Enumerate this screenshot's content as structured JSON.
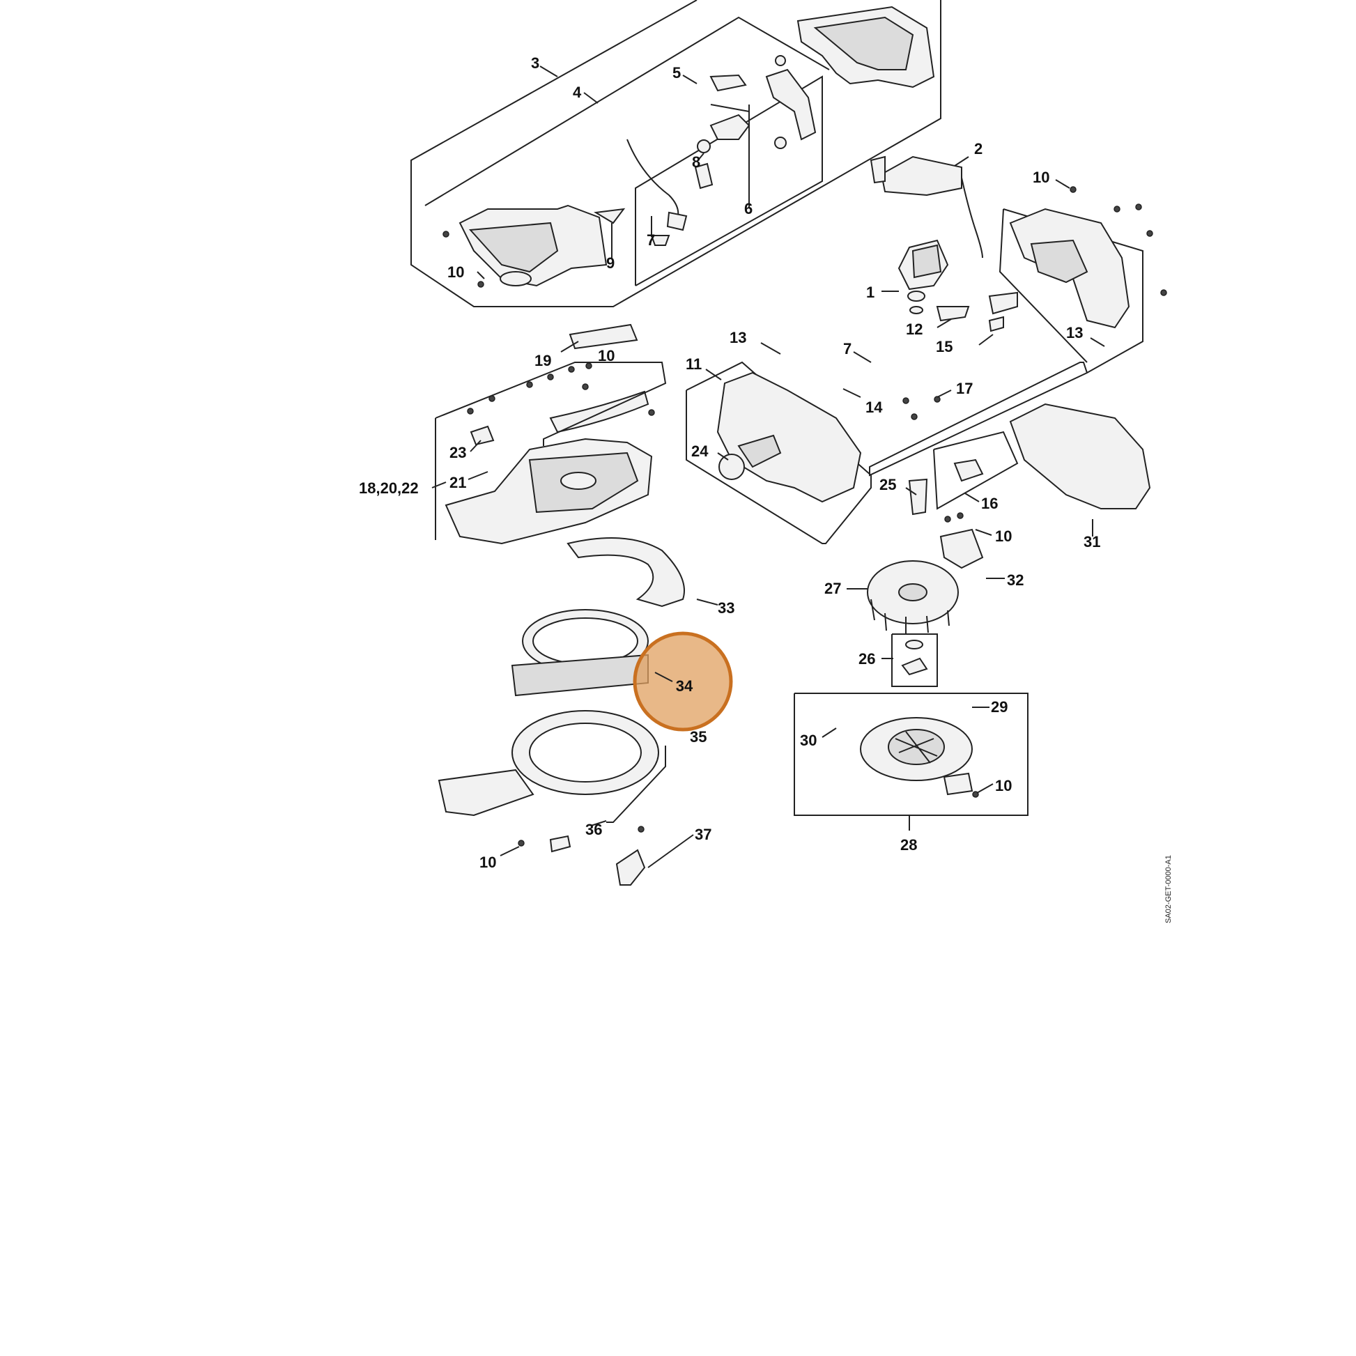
{
  "diagram": {
    "doc_code": "SA02-GET-0000-A1",
    "highlight_color": "#e0a060",
    "highlight_label": "34"
  },
  "labels": {
    "l3": "3",
    "l4": "4",
    "l5": "5",
    "l8": "8",
    "l6": "6",
    "l7a": "7",
    "l9": "9",
    "l10a": "10",
    "l2": "2",
    "l10b": "10",
    "l1": "1",
    "l12": "12",
    "l15": "15",
    "l13a": "13",
    "l13b": "13",
    "l19": "19",
    "l10c": "10",
    "l11": "11",
    "l7b": "7",
    "l14": "14",
    "l17": "17",
    "l23": "23",
    "l24": "24",
    "l182022": "18,20,22",
    "l21": "21",
    "l25": "25",
    "l16": "16",
    "l10d": "10",
    "l31": "31",
    "l33": "33",
    "l27": "27",
    "l32": "32",
    "l26": "26",
    "l29": "29",
    "l30": "30",
    "l35": "35",
    "l10e": "10",
    "l28": "28",
    "l36": "36",
    "l37": "37",
    "l10f": "10"
  }
}
